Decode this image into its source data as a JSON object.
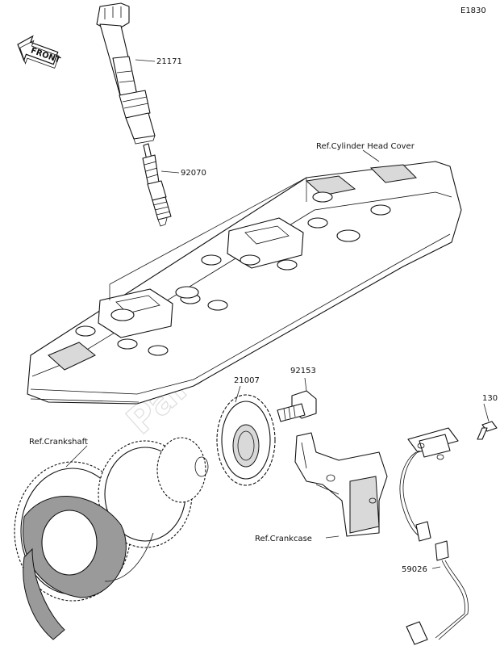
{
  "diagram_code": "E1830",
  "front_arrow_label": "FRONT",
  "watermark_text": "PartsRepublik",
  "labels": {
    "ignition_coil": "21171",
    "spark_plug": "92070",
    "cylinder_head_cover": "Ref.Cylinder Head Cover",
    "pickup_rotor": "21007",
    "bolt": "92153",
    "screw": "130",
    "crankshaft": "Ref.Crankshaft",
    "crankcase": "Ref.Crankcase",
    "crank_sensor": "59026"
  }
}
